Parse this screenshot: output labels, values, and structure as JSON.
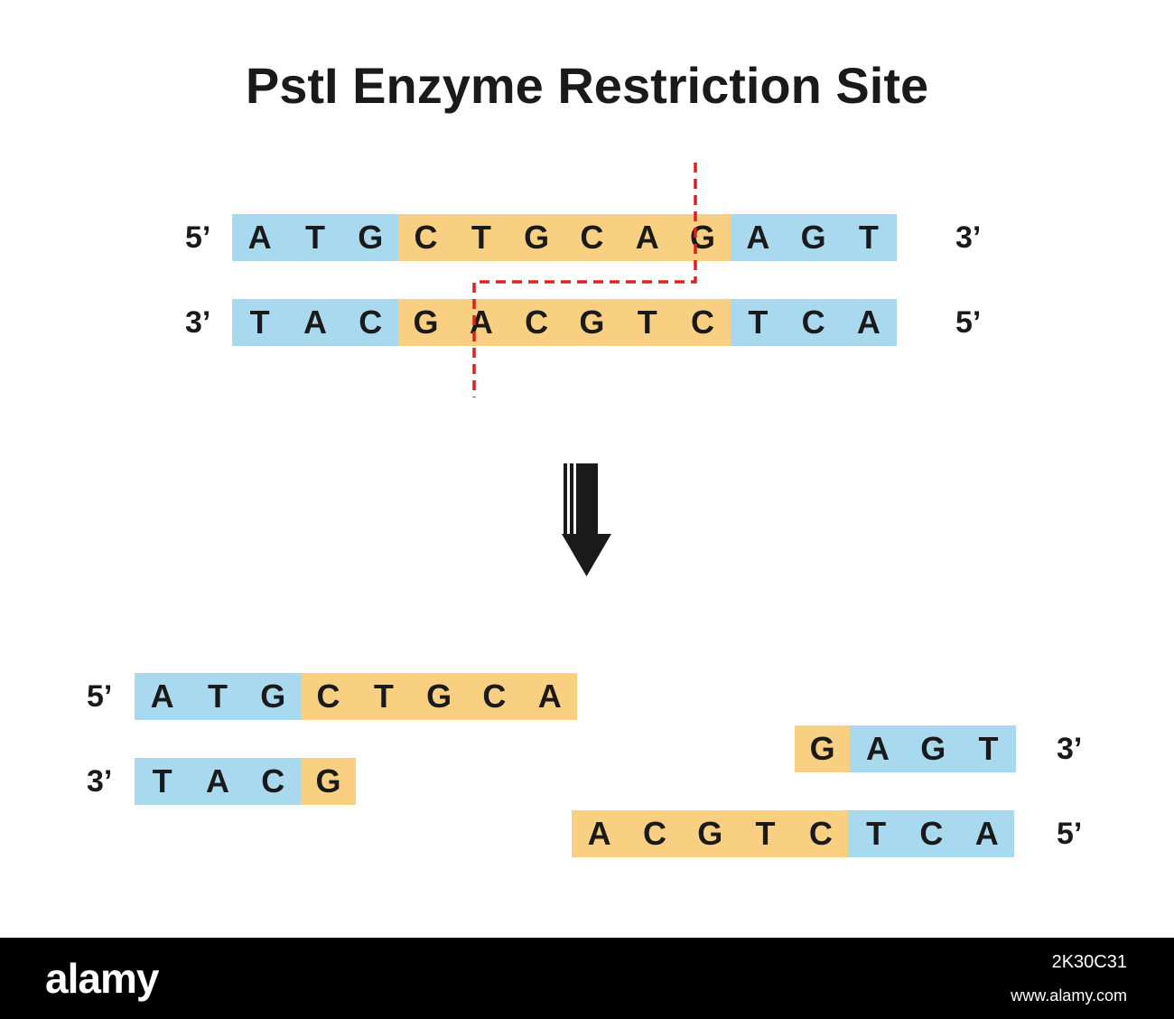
{
  "title": "PstI Enzyme Restriction Site",
  "colors": {
    "flank": "#a9d9ee",
    "site": "#f9cf82",
    "cut_line": "#e02020",
    "text": "#1a1a1a"
  },
  "original": {
    "top": {
      "left_end": "5’",
      "right_end": "3’",
      "bases": [
        "A",
        "T",
        "G",
        "C",
        "T",
        "G",
        "C",
        "A",
        "G",
        "A",
        "G",
        "T"
      ],
      "kinds": [
        "f",
        "f",
        "f",
        "s",
        "s",
        "s",
        "s",
        "s",
        "s",
        "f",
        "f",
        "f"
      ]
    },
    "bottom": {
      "left_end": "3’",
      "right_end": "5’",
      "bases": [
        "T",
        "A",
        "C",
        "G",
        "A",
        "C",
        "G",
        "T",
        "C",
        "T",
        "C",
        "A"
      ],
      "kinds": [
        "f",
        "f",
        "f",
        "s",
        "s",
        "s",
        "s",
        "s",
        "s",
        "f",
        "f",
        "f"
      ]
    }
  },
  "arrow_icon": "down-arrow-icon",
  "fragments": {
    "left_top": {
      "end": "5’",
      "bases": [
        "A",
        "T",
        "G",
        "C",
        "T",
        "G",
        "C",
        "A"
      ],
      "kinds": [
        "f",
        "f",
        "f",
        "s",
        "s",
        "s",
        "s",
        "s"
      ]
    },
    "left_bottom": {
      "end": "3’",
      "bases": [
        "T",
        "A",
        "C",
        "G"
      ],
      "kinds": [
        "f",
        "f",
        "f",
        "s"
      ]
    },
    "right_top": {
      "end": "3’",
      "bases": [
        "G",
        "A",
        "G",
        "T"
      ],
      "kinds": [
        "s",
        "f",
        "f",
        "f"
      ]
    },
    "right_bottom": {
      "end": "5’",
      "bases": [
        "A",
        "C",
        "G",
        "T",
        "C",
        "T",
        "C",
        "A"
      ],
      "kinds": [
        "s",
        "s",
        "s",
        "s",
        "s",
        "f",
        "f",
        "f"
      ]
    }
  },
  "watermark": {
    "logo": "alamy",
    "stock_id": "2K30C31",
    "url": "www.alamy.com"
  }
}
